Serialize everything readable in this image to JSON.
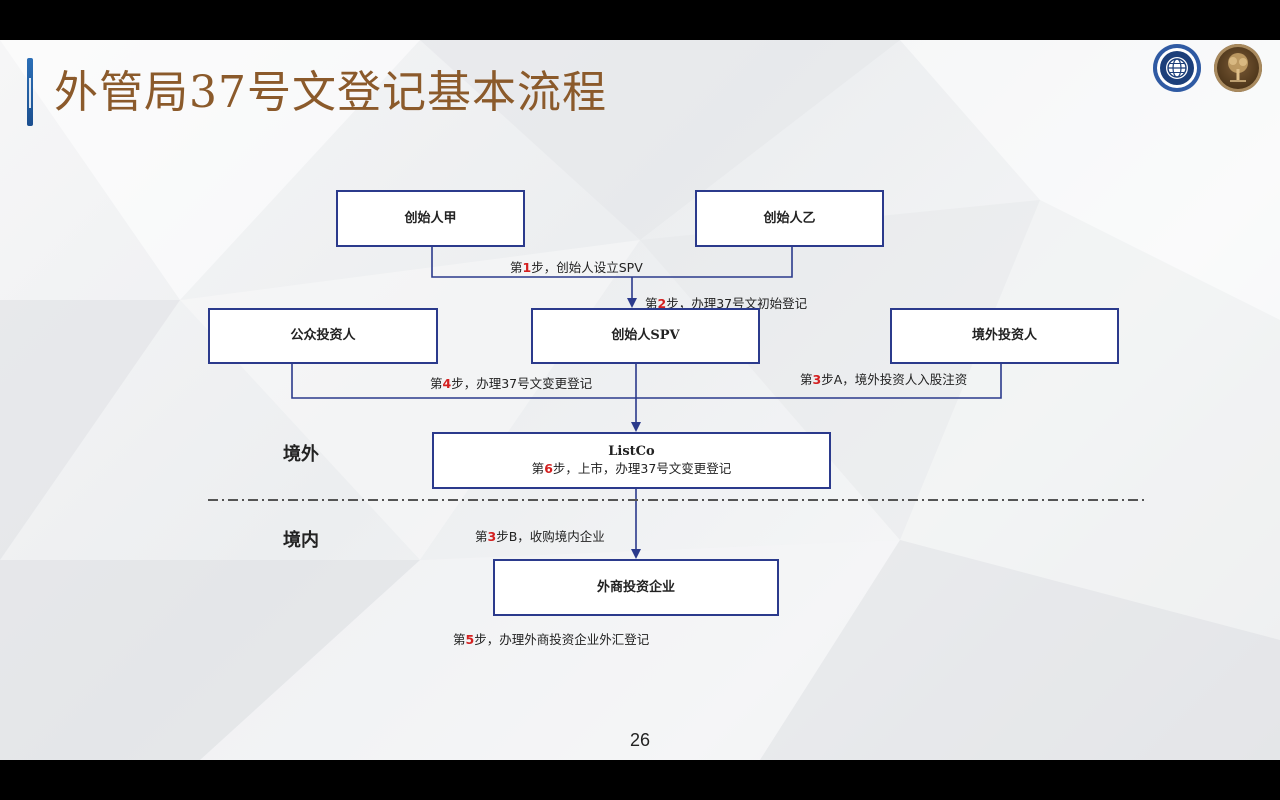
{
  "slide": {
    "title": "外管局37号文登记基本流程",
    "page_number": "26"
  },
  "logos": [
    {
      "name": "globe-emblem-logo"
    },
    {
      "name": "tree-emblem-logo"
    }
  ],
  "colors": {
    "title": "#8b5a2b",
    "box_border": "#2b3a8c",
    "line": "#2b3a8c",
    "step_number": "#d42020",
    "divider": "#555555"
  },
  "nodes": {
    "founder_a": {
      "label": "创始人甲"
    },
    "founder_b": {
      "label": "创始人乙"
    },
    "public_investors": {
      "label": "公众投资人"
    },
    "founder_spv": {
      "label": "创始人SPV"
    },
    "foreign_investors": {
      "label": "境外投资人"
    },
    "listco": {
      "label": "ListCo",
      "step_prefix": "第",
      "step_num": "6",
      "step_text": "步，上市，办理37号文变更登记"
    },
    "fie": {
      "label": "外商投资企业"
    }
  },
  "steps": {
    "s1": {
      "prefix": "第",
      "num": "1",
      "text": "步，创始人设立SPV"
    },
    "s2": {
      "prefix": "第",
      "num": "2",
      "text": "步，办理37号文初始登记"
    },
    "s4": {
      "prefix": "第",
      "num": "4",
      "text": "步，办理37号文变更登记"
    },
    "s3a": {
      "prefix": "第",
      "num": "3",
      "text": "步A，境外投资人入股注资"
    },
    "s3b": {
      "prefix": "第",
      "num": "3",
      "text": "步B，收购境内企业"
    },
    "s5": {
      "prefix": "第",
      "num": "5",
      "text": "步，办理外商投资企业外汇登记"
    }
  },
  "regions": {
    "offshore": "境外",
    "onshore": "境内"
  }
}
